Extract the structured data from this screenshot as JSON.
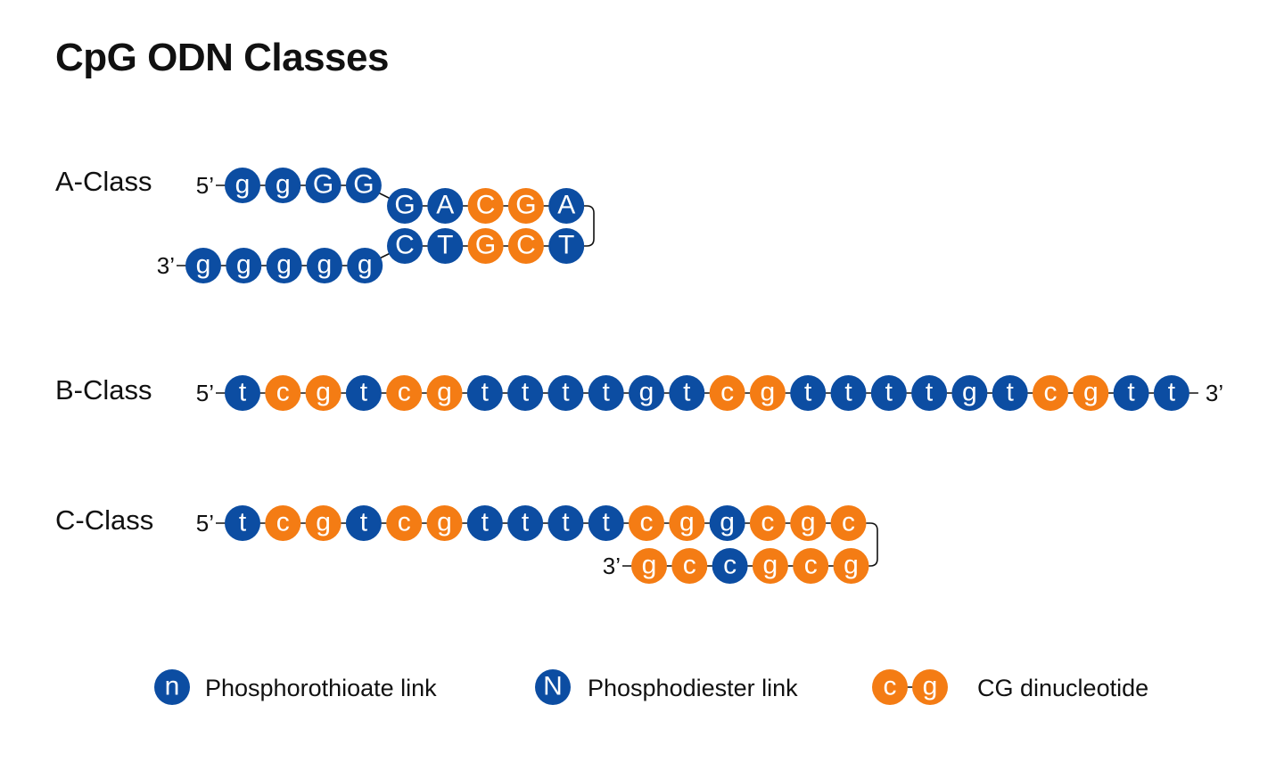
{
  "title": "CpG ODN Classes",
  "colors": {
    "phosphorothioate": "#0c4da2",
    "cg": "#f47c14",
    "letter": "#ffffff",
    "line": "#111111"
  },
  "classes": [
    {
      "id": "a",
      "label": "A-Class",
      "strands": [
        {
          "end_label": "5’",
          "nucleotides": [
            {
              "t": "g",
              "k": "pt"
            },
            {
              "t": "g",
              "k": "pt"
            },
            {
              "t": "G",
              "k": "pd"
            },
            {
              "t": "G",
              "k": "pd"
            }
          ]
        },
        {
          "end_label": "",
          "nucleotides": [
            {
              "t": "G",
              "k": "pd"
            },
            {
              "t": "A",
              "k": "pd"
            },
            {
              "t": "C",
              "k": "cg"
            },
            {
              "t": "G",
              "k": "cg"
            },
            {
              "t": "A",
              "k": "pd"
            }
          ]
        },
        {
          "end_label": "",
          "nucleotides": [
            {
              "t": "C",
              "k": "pd"
            },
            {
              "t": "T",
              "k": "pd"
            },
            {
              "t": "G",
              "k": "cg"
            },
            {
              "t": "C",
              "k": "cg"
            },
            {
              "t": "T",
              "k": "pd"
            }
          ]
        },
        {
          "end_label": "3’",
          "nucleotides": [
            {
              "t": "g",
              "k": "pt"
            },
            {
              "t": "g",
              "k": "pt"
            },
            {
              "t": "g",
              "k": "pt"
            },
            {
              "t": "g",
              "k": "pt"
            },
            {
              "t": "g",
              "k": "pt"
            }
          ]
        }
      ]
    },
    {
      "id": "b",
      "label": "B-Class",
      "strands": [
        {
          "end_label": "5’",
          "end_label_3": "3’",
          "nucleotides": [
            {
              "t": "t",
              "k": "pt"
            },
            {
              "t": "c",
              "k": "cg"
            },
            {
              "t": "g",
              "k": "cg"
            },
            {
              "t": "t",
              "k": "pt"
            },
            {
              "t": "c",
              "k": "cg"
            },
            {
              "t": "g",
              "k": "cg"
            },
            {
              "t": "t",
              "k": "pt"
            },
            {
              "t": "t",
              "k": "pt"
            },
            {
              "t": "t",
              "k": "pt"
            },
            {
              "t": "t",
              "k": "pt"
            },
            {
              "t": "g",
              "k": "pt"
            },
            {
              "t": "t",
              "k": "pt"
            },
            {
              "t": "c",
              "k": "cg"
            },
            {
              "t": "g",
              "k": "cg"
            },
            {
              "t": "t",
              "k": "pt"
            },
            {
              "t": "t",
              "k": "pt"
            },
            {
              "t": "t",
              "k": "pt"
            },
            {
              "t": "t",
              "k": "pt"
            },
            {
              "t": "g",
              "k": "pt"
            },
            {
              "t": "t",
              "k": "pt"
            },
            {
              "t": "c",
              "k": "cg"
            },
            {
              "t": "g",
              "k": "cg"
            },
            {
              "t": "t",
              "k": "pt"
            },
            {
              "t": "t",
              "k": "pt"
            }
          ]
        }
      ]
    },
    {
      "id": "c",
      "label": "C-Class",
      "strands": [
        {
          "end_label": "5’",
          "nucleotides": [
            {
              "t": "t",
              "k": "pt"
            },
            {
              "t": "c",
              "k": "cg"
            },
            {
              "t": "g",
              "k": "cg"
            },
            {
              "t": "t",
              "k": "pt"
            },
            {
              "t": "c",
              "k": "cg"
            },
            {
              "t": "g",
              "k": "cg"
            },
            {
              "t": "t",
              "k": "pt"
            },
            {
              "t": "t",
              "k": "pt"
            },
            {
              "t": "t",
              "k": "pt"
            },
            {
              "t": "t",
              "k": "pt"
            },
            {
              "t": "c",
              "k": "cg"
            },
            {
              "t": "g",
              "k": "cg"
            },
            {
              "t": "g",
              "k": "pt"
            },
            {
              "t": "c",
              "k": "cg"
            },
            {
              "t": "g",
              "k": "cg"
            },
            {
              "t": "c",
              "k": "cg"
            }
          ]
        },
        {
          "end_label": "3’",
          "nucleotides": [
            {
              "t": "g",
              "k": "cg"
            },
            {
              "t": "c",
              "k": "cg"
            },
            {
              "t": "c",
              "k": "pt"
            },
            {
              "t": "g",
              "k": "cg"
            },
            {
              "t": "c",
              "k": "cg"
            },
            {
              "t": "g",
              "k": "cg"
            }
          ]
        }
      ]
    }
  ],
  "legend": [
    {
      "symbol": "n",
      "kind": "pt",
      "label": "Phosphorothioate link"
    },
    {
      "symbol": "N",
      "kind": "pd",
      "label": "Phosphodiester link"
    },
    {
      "symbols": [
        "c",
        "g"
      ],
      "kind": "cg",
      "label": "CG dinucleotide"
    }
  ]
}
